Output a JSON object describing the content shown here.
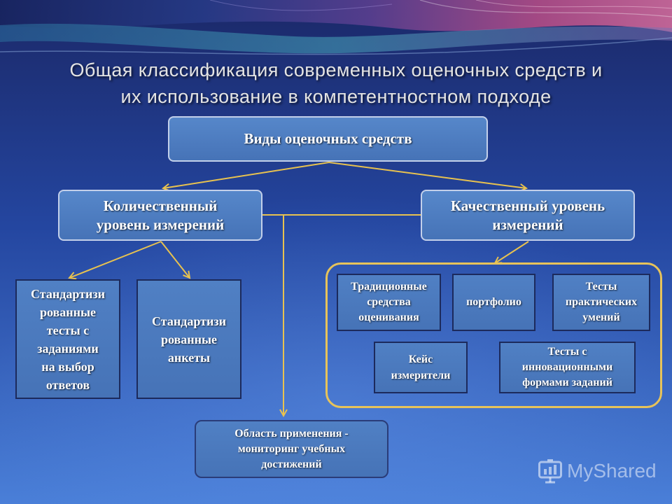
{
  "slide": {
    "title": [
      "Общая классификация современных оценочных средств и",
      "их использование в компетентностном подходе"
    ]
  },
  "diagram": {
    "root": {
      "lines": [
        "Виды оценочных средств"
      ]
    },
    "quantitative": {
      "lines": [
        "Количественный",
        "уровень измерений"
      ]
    },
    "qualitative": {
      "lines": [
        "Качественный уровень",
        "измерений"
      ]
    },
    "standardized_tests": {
      "lines": [
        "Стандартизи",
        "рованные",
        "тесты с",
        "заданиями",
        "на выбор",
        "ответов"
      ]
    },
    "standardized_questionnaires": {
      "lines": [
        "Стандартизи",
        "рованные",
        "анкеты"
      ]
    },
    "qualitative_group": {
      "traditional": {
        "lines": [
          "Традиционные",
          "средства",
          "оценивания"
        ]
      },
      "portfolio": {
        "lines": [
          "портфолио"
        ]
      },
      "practical_tests": {
        "lines": [
          "Тесты",
          "практических",
          "умений"
        ]
      },
      "case_meters": {
        "lines": [
          "Кейс",
          "измерители"
        ]
      },
      "innovative_tests": {
        "lines": [
          "Тесты с",
          "инновационными",
          "формами заданий"
        ]
      }
    },
    "application": {
      "lines": [
        "Область применения -",
        "мониторинг учебных",
        "достижений"
      ]
    }
  },
  "watermark": {
    "text": "MyShared",
    "icon": "presentation-board-icon"
  },
  "colors": {
    "bg_top": "#1b2868",
    "bg_mid": "#2446a0",
    "bg_bottom": "#4a7fd8",
    "title_text": "#e4e4e4",
    "box_fill": "#4673b7",
    "box_border_light": "#c3d0ea",
    "box_border_dark": "#1c2a5c",
    "group_border": "#e7c35a",
    "connector": "#e8c24f"
  }
}
